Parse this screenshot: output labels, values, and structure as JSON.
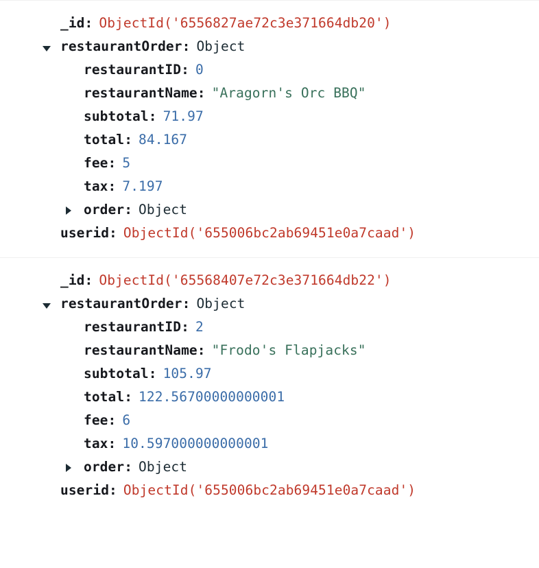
{
  "view": {
    "name": "mongodb-document-list",
    "documents": [
      {
        "id_key": "_id",
        "id_value": "ObjectId('6556827ae72c3e371664db20')",
        "object_key": "restaurantOrder",
        "object_type": "Object",
        "toggle_expanded_icon": "triangle-down-icon",
        "fields": [
          {
            "key": "restaurantID",
            "value": "0",
            "type": "number"
          },
          {
            "key": "restaurantName",
            "value": "\"Aragorn's Orc BBQ\"",
            "type": "string"
          },
          {
            "key": "subtotal",
            "value": "71.97",
            "type": "number"
          },
          {
            "key": "total",
            "value": "84.167",
            "type": "number"
          },
          {
            "key": "fee",
            "value": "5",
            "type": "number"
          },
          {
            "key": "tax",
            "value": "7.197",
            "type": "number"
          }
        ],
        "nested_key": "order",
        "nested_type": "Object",
        "toggle_collapsed_icon": "triangle-right-icon",
        "userid_key": "userid",
        "userid_value": "ObjectId('655006bc2ab69451e0a7caad')"
      },
      {
        "id_key": "_id",
        "id_value": "ObjectId('65568407e72c3e371664db22')",
        "object_key": "restaurantOrder",
        "object_type": "Object",
        "toggle_expanded_icon": "triangle-down-icon",
        "fields": [
          {
            "key": "restaurantID",
            "value": "2",
            "type": "number"
          },
          {
            "key": "restaurantName",
            "value": "\"Frodo's Flapjacks\"",
            "type": "string"
          },
          {
            "key": "subtotal",
            "value": "105.97",
            "type": "number"
          },
          {
            "key": "total",
            "value": "122.56700000000001",
            "type": "number"
          },
          {
            "key": "fee",
            "value": "6",
            "type": "number"
          },
          {
            "key": "tax",
            "value": "10.597000000000001",
            "type": "number"
          }
        ],
        "nested_key": "order",
        "nested_type": "Object",
        "toggle_collapsed_icon": "triangle-right-icon",
        "userid_key": "userid",
        "userid_value": "ObjectId('655006bc2ab69451e0a7caad')"
      }
    ]
  },
  "colors": {
    "objectid": "#c0392b",
    "number": "#3a6ca8",
    "string": "#38705a",
    "key": "#16181d",
    "type": "#1c2b33",
    "divider": "#f0f0f0",
    "background": "#ffffff"
  },
  "punctuation": {
    "colon": ":"
  }
}
